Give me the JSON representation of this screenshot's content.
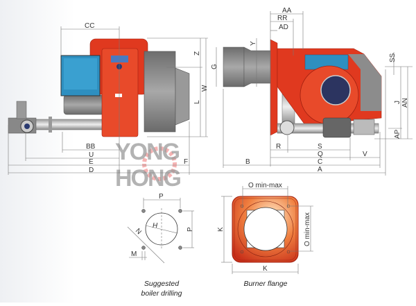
{
  "side_view": {
    "dims": {
      "CC": "CC",
      "Z": "Z",
      "L": "L",
      "W": "W",
      "BB": "BB",
      "U": "U",
      "E": "E",
      "F": "F",
      "D": "D"
    }
  },
  "front_view": {
    "dims": {
      "AA": "AA",
      "RR": "RR",
      "AD": "AD",
      "Y": "Y",
      "G": "G",
      "SS": "SS",
      "J": "J",
      "AN": "AN",
      "AP": "AP",
      "R": "R",
      "S": "S",
      "Q": "Q",
      "V": "V",
      "C": "C",
      "B": "B",
      "A": "A"
    }
  },
  "drilling": {
    "dims": {
      "P_top": "P",
      "P_side": "P",
      "N": "N",
      "H": "H",
      "M": "M"
    },
    "caption_line1": "Suggested",
    "caption_line2": "boiler drilling"
  },
  "flange": {
    "dims": {
      "O_top": "O min-max",
      "O_side": "O min-max",
      "K_side": "K",
      "K_bottom": "K"
    },
    "caption": "Burner flange"
  },
  "watermark": {
    "line1": "YONG",
    "line2": "HONG"
  },
  "colors": {
    "body_red": "#e0391f",
    "panel_blue": "#2e8fc0",
    "steel_gray": "#8c8c8c"
  }
}
